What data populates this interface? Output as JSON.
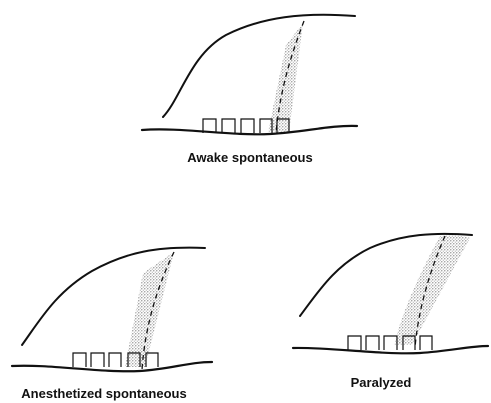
{
  "panels": {
    "awake": {
      "caption": "Awake spontaneous"
    },
    "anesthetized": {
      "caption": "Anesthetized spontaneous"
    },
    "paralyzed": {
      "caption": "Paralyzed"
    }
  }
}
